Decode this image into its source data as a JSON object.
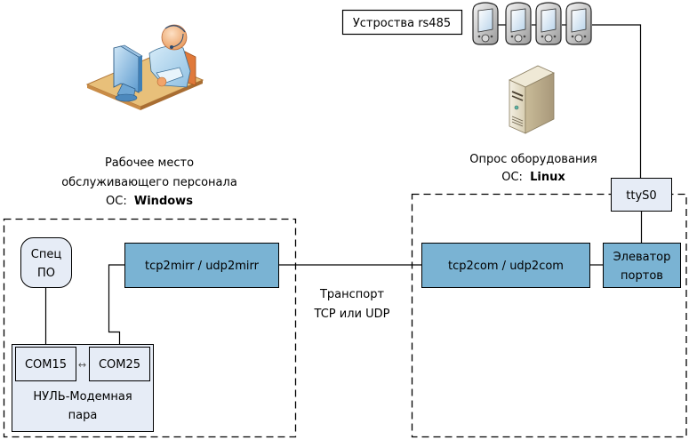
{
  "workstation": {
    "title_line1": "Рабочее место",
    "title_line2": "обслуживающего персонала",
    "os_prefix": "ОС:",
    "os_name": "Windows",
    "icon": "operator-workstation-icon"
  },
  "server": {
    "title": "Опрос оборудования",
    "os_prefix": "ОС:",
    "os_name": "Linux",
    "icon": "server-tower-icon"
  },
  "devices": {
    "label": "Устроства rs485",
    "count": 4,
    "icon": "handheld-device-icon"
  },
  "left_zone": {
    "spec_po_line1": "Спец",
    "spec_po_line2": "ПО",
    "mirror_service": "tcp2mirr / udp2mirr",
    "null_modem": {
      "port_a": "COM15",
      "port_b": "COM25",
      "link_symbol": "↔",
      "caption_line1": "НУЛЬ-Модемная",
      "caption_line2": "пара"
    }
  },
  "transport": {
    "line1": "Транспорт",
    "line2": "TCP или UDP"
  },
  "right_zone": {
    "com_service": "tcp2com / udp2com",
    "elevator_line1": "Элеватор",
    "elevator_line2": "портов",
    "tty": "ttyS0"
  },
  "colors": {
    "service_fill": "#7ab3d3",
    "light_fill": "#e6ecf6",
    "line": "#000000"
  }
}
